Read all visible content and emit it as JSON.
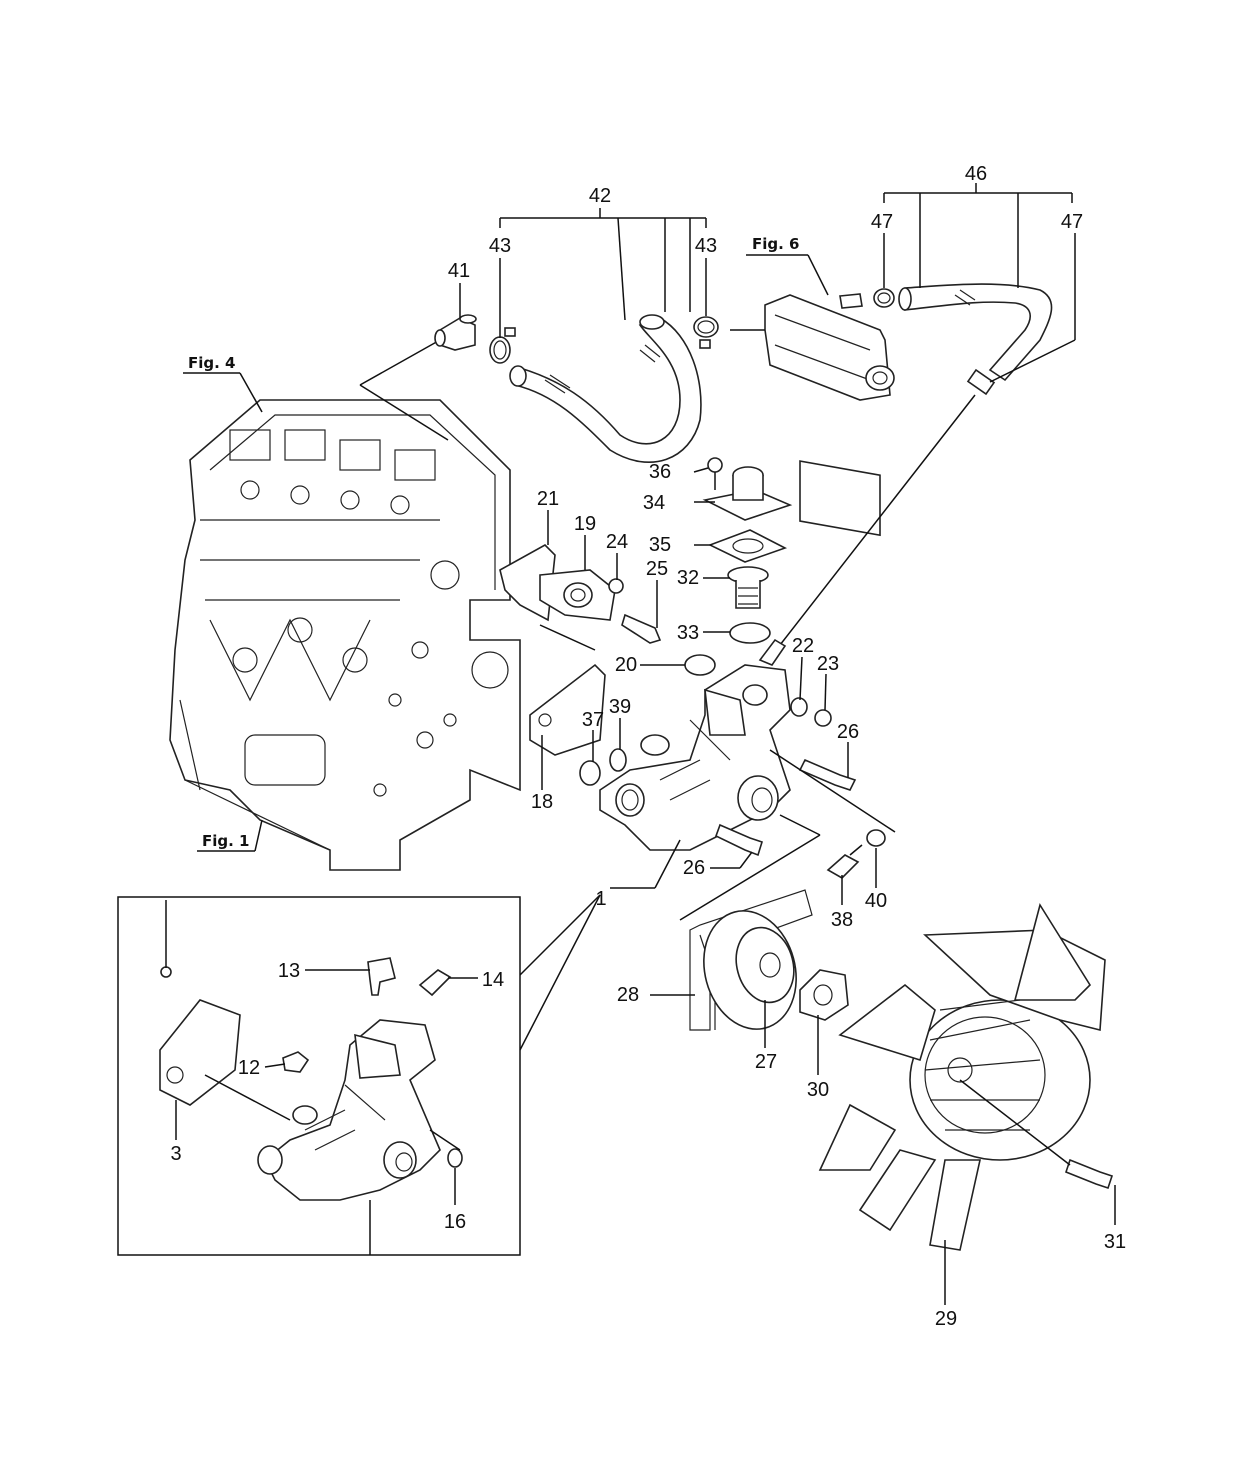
{
  "figure_refs": {
    "fig4": "Fig. 4",
    "fig1": "Fig. 1",
    "fig6": "Fig. 6"
  },
  "callouts": {
    "c1": "1",
    "c3": "3",
    "c12": "12",
    "c13": "13",
    "c14": "14",
    "c16": "16",
    "c18": "18",
    "c19": "19",
    "c20": "20",
    "c21": "21",
    "c22": "22",
    "c23": "23",
    "c24": "24",
    "c25": "25",
    "c26a": "26",
    "c26b": "26",
    "c27": "27",
    "c28": "28",
    "c29": "29",
    "c30": "30",
    "c31": "31",
    "c32": "32",
    "c33": "33",
    "c34": "34",
    "c35": "35",
    "c36": "36",
    "c37": "37",
    "c38": "38",
    "c39": "39",
    "c40": "40",
    "c41": "41",
    "c42": "42",
    "c43a": "43",
    "c43b": "43",
    "c46": "46",
    "c47a": "47",
    "c47b": "47"
  }
}
